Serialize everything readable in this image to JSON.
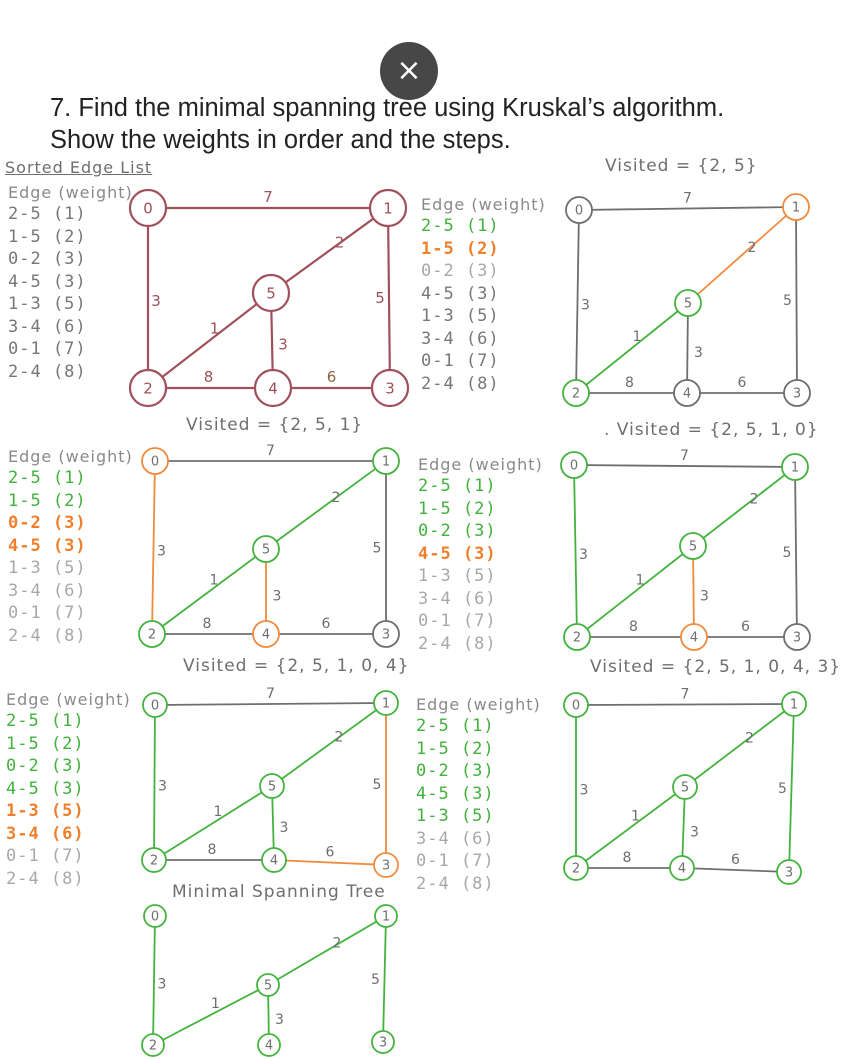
{
  "close_button": {
    "glyph": "×"
  },
  "question": {
    "line1": "7.  Find the minimal spanning tree using Kruskal’s algorithm.",
    "line2": "Show the weights in order and the steps."
  },
  "sorted_edge_list_title": "Sorted Edge List",
  "visited_labels": {
    "p2": "Visited = {2, 5}",
    "p3": "Visited = {2, 5, 1}",
    "p4": ". Visited = {2, 5, 1, 0}",
    "p5": "Visited = {2, 5, 1, 0, 4}",
    "p6": "Visited = {2, 5, 1, 0, 4, 3}"
  },
  "mst_title": "Minimal Spanning Tree",
  "edge_header": "Edge (weight)",
  "edge_lists": [
    [
      {
        "text": "2-5 (1)",
        "state": "plain"
      },
      {
        "text": "1-5 (2)",
        "state": "plain"
      },
      {
        "text": "0-2 (3)",
        "state": "plain"
      },
      {
        "text": "4-5 (3)",
        "state": "plain"
      },
      {
        "text": "1-3 (5)",
        "state": "plain"
      },
      {
        "text": "3-4 (6)",
        "state": "plain"
      },
      {
        "text": "0-1 (7)",
        "state": "plain"
      },
      {
        "text": "2-4 (8)",
        "state": "plain"
      }
    ],
    [
      {
        "text": "2-5 (1)",
        "state": "selected"
      },
      {
        "text": "1-5 (2)",
        "state": "current"
      },
      {
        "text": "0-2 (3)",
        "state": "faded"
      },
      {
        "text": "4-5 (3)",
        "state": "plain"
      },
      {
        "text": "1-3 (5)",
        "state": "plain"
      },
      {
        "text": "3-4 (6)",
        "state": "plain"
      },
      {
        "text": "0-1 (7)",
        "state": "plain"
      },
      {
        "text": "2-4 (8)",
        "state": "plain"
      }
    ],
    [
      {
        "text": "2-5 (1)",
        "state": "selected"
      },
      {
        "text": "1-5 (2)",
        "state": "selected"
      },
      {
        "text": "0-2 (3)",
        "state": "current"
      },
      {
        "text": "4-5 (3)",
        "state": "current"
      },
      {
        "text": "1-3 (5)",
        "state": "faded"
      },
      {
        "text": "3-4 (6)",
        "state": "faded"
      },
      {
        "text": "0-1 (7)",
        "state": "faded"
      },
      {
        "text": "2-4 (8)",
        "state": "faded"
      }
    ],
    [
      {
        "text": "2-5 (1)",
        "state": "selected"
      },
      {
        "text": "1-5 (2)",
        "state": "selected"
      },
      {
        "text": "0-2 (3)",
        "state": "selected"
      },
      {
        "text": "4-5 (3)",
        "state": "current"
      },
      {
        "text": "1-3 (5)",
        "state": "faded"
      },
      {
        "text": "3-4 (6)",
        "state": "faded"
      },
      {
        "text": "0-1 (7)",
        "state": "faded"
      },
      {
        "text": "2-4 (8)",
        "state": "faded"
      }
    ],
    [
      {
        "text": "2-5 (1)",
        "state": "selected"
      },
      {
        "text": "1-5 (2)",
        "state": "selected"
      },
      {
        "text": "0-2 (3)",
        "state": "selected"
      },
      {
        "text": "4-5 (3)",
        "state": "selected"
      },
      {
        "text": "1-3 (5)",
        "state": "current"
      },
      {
        "text": "3-4 (6)",
        "state": "current"
      },
      {
        "text": "0-1 (7)",
        "state": "faded"
      },
      {
        "text": "2-4 (8)",
        "state": "faded"
      }
    ],
    [
      {
        "text": "2-5 (1)",
        "state": "selected"
      },
      {
        "text": "1-5 (2)",
        "state": "selected"
      },
      {
        "text": "0-2 (3)",
        "state": "selected"
      },
      {
        "text": "4-5 (3)",
        "state": "selected"
      },
      {
        "text": "1-3 (5)",
        "state": "selected"
      },
      {
        "text": "3-4 (6)",
        "state": "faded"
      },
      {
        "text": "0-1 (7)",
        "state": "faded"
      },
      {
        "text": "2-4 (8)",
        "state": "faded"
      }
    ]
  ],
  "graph": {
    "nodes": [
      "0",
      "1",
      "2",
      "3",
      "4",
      "5"
    ],
    "edges": [
      {
        "id": "0-1",
        "u": "0",
        "v": "1",
        "w": "7"
      },
      {
        "id": "0-2",
        "u": "0",
        "v": "2",
        "w": "3"
      },
      {
        "id": "1-5",
        "u": "1",
        "v": "5",
        "w": "2"
      },
      {
        "id": "1-3",
        "u": "1",
        "v": "3",
        "w": "5"
      },
      {
        "id": "2-5",
        "u": "2",
        "v": "5",
        "w": "1"
      },
      {
        "id": "4-5",
        "u": "4",
        "v": "5",
        "w": "3"
      },
      {
        "id": "2-4",
        "u": "2",
        "v": "4",
        "w": "8"
      },
      {
        "id": "3-4",
        "u": "3",
        "v": "4",
        "w": "6"
      }
    ]
  },
  "panels": [
    {
      "name": "original",
      "nodes": {
        "0": "base",
        "1": "base",
        "2": "base",
        "3": "base",
        "4": "base",
        "5": "base"
      },
      "edges": {
        "0-1": "base",
        "0-2": "base",
        "1-5": "base",
        "1-3": "base",
        "2-5": "base",
        "4-5": "base",
        "2-4": "base",
        "3-4": "base"
      }
    },
    {
      "name": "step-1",
      "nodes": {
        "0": "gray",
        "1": "orange",
        "2": "green",
        "3": "gray",
        "4": "gray",
        "5": "green"
      },
      "edges": {
        "0-1": "gray",
        "0-2": "gray",
        "1-5": "orange",
        "1-3": "gray",
        "2-5": "green",
        "4-5": "gray",
        "2-4": "gray",
        "3-4": "gray"
      }
    },
    {
      "name": "step-2",
      "nodes": {
        "0": "orange",
        "1": "green",
        "2": "green",
        "3": "gray",
        "4": "orange",
        "5": "green"
      },
      "edges": {
        "0-1": "gray",
        "0-2": "orange",
        "1-5": "green",
        "1-3": "gray",
        "2-5": "green",
        "4-5": "orange",
        "2-4": "gray",
        "3-4": "gray"
      }
    },
    {
      "name": "step-3",
      "nodes": {
        "0": "green",
        "1": "green",
        "2": "green",
        "3": "gray",
        "4": "orange",
        "5": "green"
      },
      "edges": {
        "0-1": "gray",
        "0-2": "green",
        "1-5": "green",
        "1-3": "gray",
        "2-5": "green",
        "4-5": "orange",
        "2-4": "gray",
        "3-4": "gray"
      }
    },
    {
      "name": "step-4",
      "nodes": {
        "0": "green",
        "1": "green",
        "2": "green",
        "3": "orange",
        "4": "green",
        "5": "green"
      },
      "edges": {
        "0-1": "gray",
        "0-2": "green",
        "1-5": "green",
        "1-3": "orange",
        "2-5": "green",
        "4-5": "green",
        "2-4": "gray",
        "3-4": "orange"
      }
    },
    {
      "name": "step-5",
      "nodes": {
        "0": "green",
        "1": "green",
        "2": "green",
        "3": "green",
        "4": "green",
        "5": "green"
      },
      "edges": {
        "0-1": "gray",
        "0-2": "green",
        "1-5": "green",
        "1-3": "green",
        "2-5": "green",
        "4-5": "green",
        "2-4": "gray",
        "3-4": "gray"
      }
    },
    {
      "name": "mst",
      "nodes": {
        "0": "green",
        "1": "green",
        "2": "green",
        "3": "green",
        "4": "green",
        "5": "green"
      },
      "edges": {
        "0-2": "green",
        "1-5": "green",
        "1-3": "green",
        "2-5": "green",
        "4-5": "green"
      }
    }
  ],
  "colors": {
    "base": "#a0505a",
    "base_weight_6": "#8a6238",
    "gray": "#6e6e6e",
    "green": "#43b33e",
    "orange": "#f08a3e"
  }
}
